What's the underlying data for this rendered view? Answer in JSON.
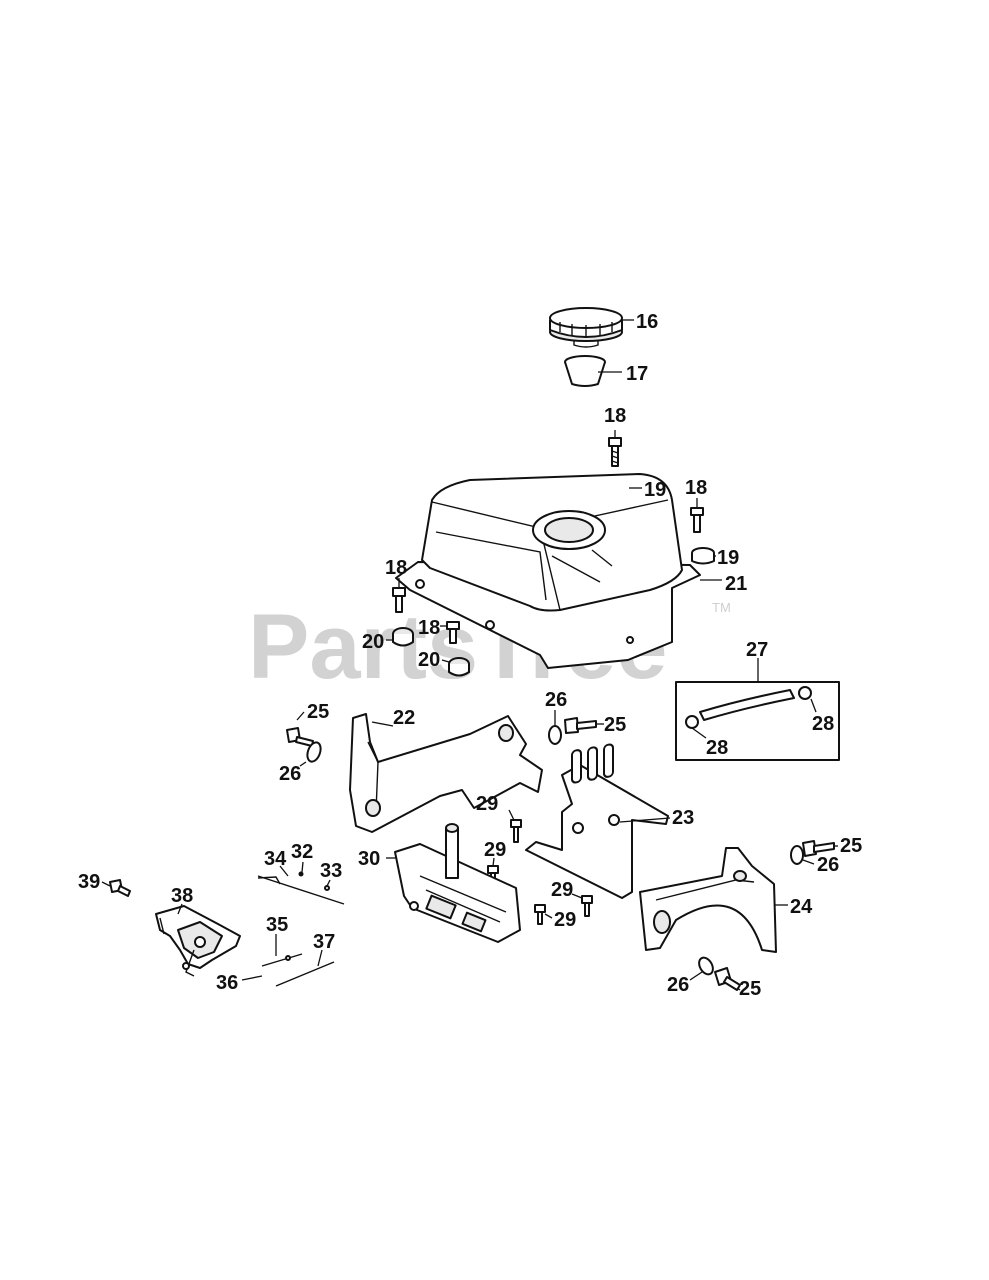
{
  "watermark": {
    "text": "PartsTree",
    "trademark": "TM"
  },
  "callouts": [
    {
      "id": "c16a",
      "text": "16"
    },
    {
      "id": "c17a",
      "text": "17"
    },
    {
      "id": "c18a",
      "text": "18"
    },
    {
      "id": "c19a",
      "text": "19"
    },
    {
      "id": "c18b",
      "text": "18"
    },
    {
      "id": "c19b",
      "text": "19"
    },
    {
      "id": "c21a",
      "text": "21"
    },
    {
      "id": "c18c",
      "text": "18"
    },
    {
      "id": "c18d",
      "text": "18"
    },
    {
      "id": "c20a",
      "text": "20"
    },
    {
      "id": "c20b",
      "text": "20"
    },
    {
      "id": "c27a",
      "text": "27"
    },
    {
      "id": "c28a",
      "text": "28"
    },
    {
      "id": "c28b",
      "text": "28"
    },
    {
      "id": "c25a",
      "text": "25"
    },
    {
      "id": "c26a",
      "text": "26"
    },
    {
      "id": "c22a",
      "text": "22"
    },
    {
      "id": "c26b",
      "text": "26"
    },
    {
      "id": "c25b",
      "text": "25"
    },
    {
      "id": "c29a",
      "text": "29"
    },
    {
      "id": "c23a",
      "text": "23"
    },
    {
      "id": "c25c",
      "text": "25"
    },
    {
      "id": "c26c",
      "text": "26"
    },
    {
      "id": "c24a",
      "text": "24"
    },
    {
      "id": "c30a",
      "text": "30"
    },
    {
      "id": "c29b",
      "text": "29"
    },
    {
      "id": "c29c",
      "text": "29"
    },
    {
      "id": "c29d",
      "text": "29"
    },
    {
      "id": "c26d",
      "text": "26"
    },
    {
      "id": "c25d",
      "text": "25"
    },
    {
      "id": "c39a",
      "text": "39"
    },
    {
      "id": "c38a",
      "text": "38"
    },
    {
      "id": "c34a",
      "text": "34"
    },
    {
      "id": "c32a",
      "text": "32"
    },
    {
      "id": "c33a",
      "text": "33"
    },
    {
      "id": "c35a",
      "text": "35"
    },
    {
      "id": "c36a",
      "text": "36"
    },
    {
      "id": "c37a",
      "text": "37"
    }
  ]
}
